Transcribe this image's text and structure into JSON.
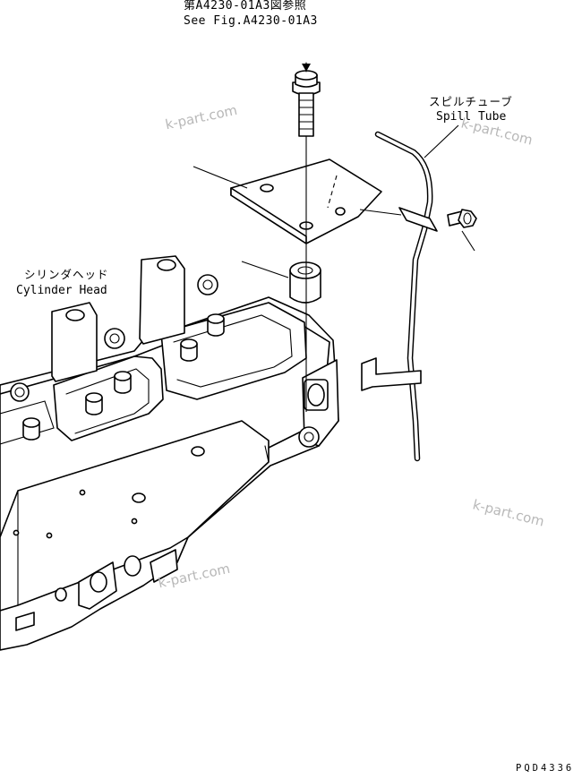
{
  "labels": {
    "ref_jp": "第A4230-01A3図参照",
    "ref_en": "See Fig.A4230-01A3",
    "spill_jp": "スピルチューブ",
    "spill_en": "Spill Tube",
    "head_jp": "シリンダヘッド",
    "head_en": "Cylinder Head",
    "code": "PQD4336"
  },
  "watermarks": [
    "k-part.com",
    "k-part.com",
    "k-part.com",
    "k-part.com"
  ]
}
